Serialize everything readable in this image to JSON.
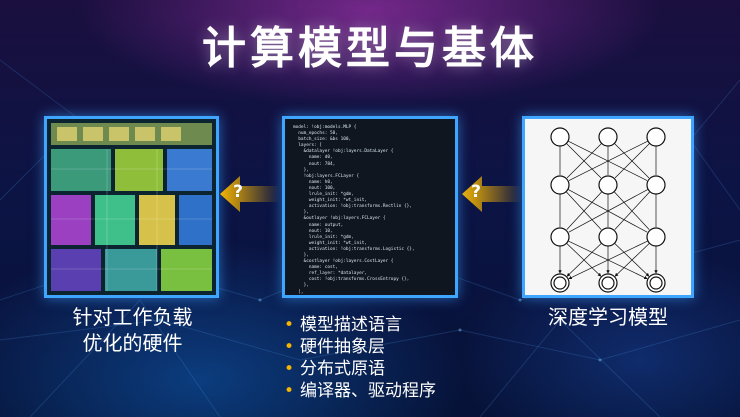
{
  "title": "计算模型与基体",
  "left_caption": {
    "line1": "针对工作负载",
    "line2": "优化的硬件"
  },
  "right_caption": "深度学习模型",
  "bullets": [
    "模型描述语言",
    "硬件抽象层",
    "分布式原语",
    "编译器、驱动程序"
  ],
  "arrows": {
    "left_mark": "?",
    "right_mark": "?"
  },
  "code_lines": [
    "model: !obj:models.MLP {",
    "  num_epochs: 50,",
    "  batch_size: &bs 100,",
    "  layers: [",
    "    &datalayer !obj:layers.DataLayer {",
    "      name: d0,",
    "      nout: 784,",
    "    },",
    "    !obj:layers.FCLayer {",
    "      name: h0,",
    "      nout: 100,",
    "      lrule_init: *gdm,",
    "      weight_init: *wt_init,",
    "      activation: !obj:transforms.Rectlin {},",
    "    },",
    "    &outlayer !obj:layers.FCLayer {",
    "      name: output,",
    "      nout: 10,",
    "      lrule_init: *gdm,",
    "      weight_init: *wt_init,",
    "      activation: !obj:transforms.Logistic {},",
    "    },",
    "    &costlayer !obj:layers.CostLayer {",
    "      name: cost,",
    "      ref_layer: *datalayer,",
    "      cost: !obj:transforms.CrossEntropy {},",
    "    },",
    "  ],",
    "},"
  ],
  "colors": {
    "accent": "#f4b400",
    "border": "#3fa6ff"
  }
}
